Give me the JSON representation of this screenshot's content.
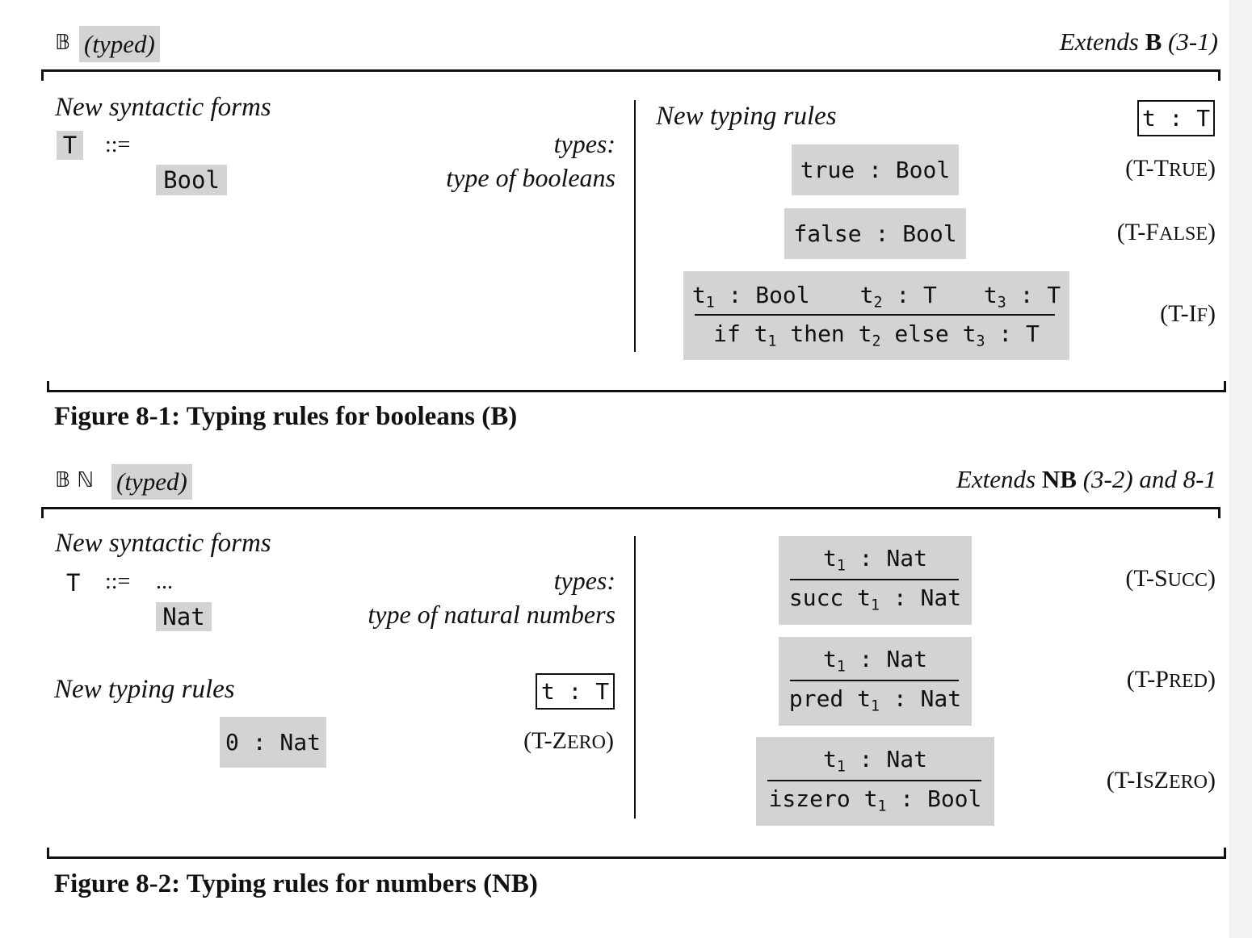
{
  "figure1": {
    "header_symbols": "𝔹",
    "header_tag": "(typed)",
    "extends_prefix": "Extends",
    "extends_bold": "B",
    "extends_suffix": "(3-1)",
    "syntactic_heading": "New syntactic forms",
    "grammar_nonterminal": "T",
    "grammar_def": "::=",
    "grammar_category": "types:",
    "grammar_term": "Bool",
    "grammar_term_desc": "type of booleans",
    "typing_heading": "New typing rules",
    "judgment_form": "t : T",
    "rules": [
      {
        "conclusion": "true : Bool",
        "name": "(T-TRUE)"
      },
      {
        "conclusion": "false : Bool",
        "name": "(T-FALSE)"
      },
      {
        "premises": [
          "t1 : Bool",
          "t2 : T",
          "t3 : T"
        ],
        "conclusion": "if t1 then t2 else t3 : T",
        "name": "(T-IF)"
      }
    ],
    "caption": "Figure 8-1: Typing rules for booleans (B)"
  },
  "figure2": {
    "header_symbols": "𝔹 ℕ",
    "header_tag": "(typed)",
    "extends_prefix": "Extends",
    "extends_bold": "NB",
    "extends_suffix": "(3-2) and 8-1",
    "syntactic_heading": "New syntactic forms",
    "grammar_nonterminal": "T",
    "grammar_def": "::=",
    "grammar_ellipsis": "...",
    "grammar_category": "types:",
    "grammar_term": "Nat",
    "grammar_term_desc": "type of natural numbers",
    "typing_heading": "New typing rules",
    "judgment_form": "t : T",
    "rules": [
      {
        "conclusion": "0 : Nat",
        "name": "(T-ZERO)"
      },
      {
        "premise": "t1 : Nat",
        "conclusion": "succ t1 : Nat",
        "name": "(T-SUCC)"
      },
      {
        "premise": "t1 : Nat",
        "conclusion": "pred t1 : Nat",
        "name": "(T-PRED)"
      },
      {
        "premise": "t1 : Nat",
        "conclusion": "iszero t1 : Bool",
        "name": "(T-ISZERO)"
      }
    ],
    "caption": "Figure 8-2: Typing rules for numbers (NB)"
  }
}
